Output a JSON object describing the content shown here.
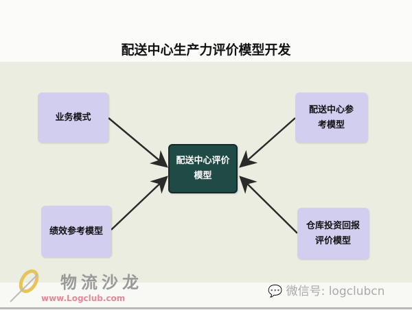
{
  "title": "配送中心生产力评价模型开发",
  "nodes": {
    "business": "业务模式",
    "center": "配送中心评价模型",
    "ref_dc": "配送中心参考模型",
    "perf": "绩效参考模型",
    "roi": "仓库投资回报评价模型"
  },
  "footer": {
    "logo_text": "物流沙龙",
    "url": "www.Logclub.com",
    "wechat": "微信号: logclubcn"
  },
  "colors": {
    "node": "#d2cef0",
    "center": "#1f4a45",
    "band": "#ebede0"
  }
}
